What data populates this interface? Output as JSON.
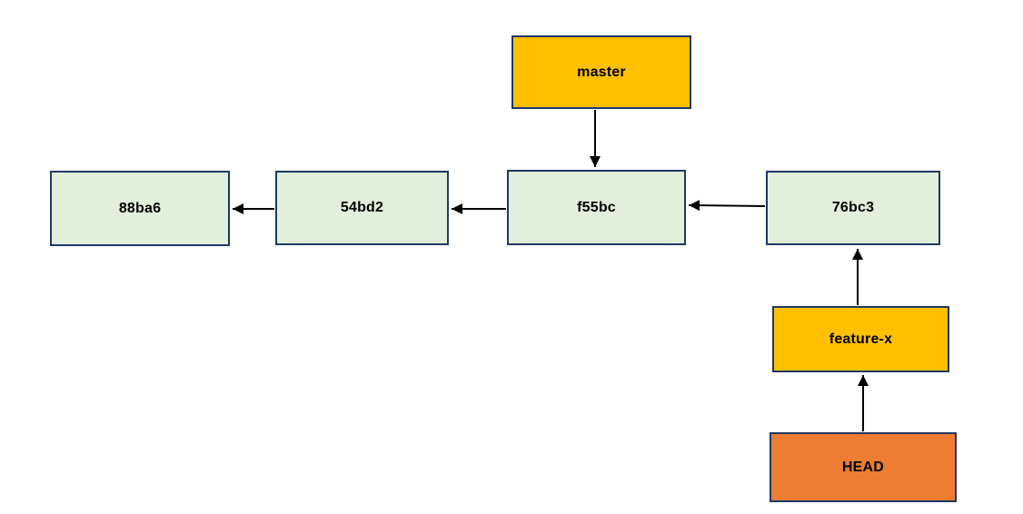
{
  "diagram": {
    "description": "Git commit history graph with branch pointers and HEAD",
    "nodes": [
      {
        "id": "master",
        "label": "master",
        "type": "branch-pointer"
      },
      {
        "id": "88ba6",
        "label": "88ba6",
        "type": "commit"
      },
      {
        "id": "54bd2",
        "label": "54bd2",
        "type": "commit"
      },
      {
        "id": "f55bc",
        "label": "f55bc",
        "type": "commit"
      },
      {
        "id": "76bc3",
        "label": "76bc3",
        "type": "commit"
      },
      {
        "id": "feature-x",
        "label": "feature-x",
        "type": "branch-pointer"
      },
      {
        "id": "HEAD",
        "label": "HEAD",
        "type": "head-pointer"
      }
    ],
    "edges": [
      {
        "from": "master",
        "to": "f55bc"
      },
      {
        "from": "54bd2",
        "to": "88ba6"
      },
      {
        "from": "f55bc",
        "to": "54bd2"
      },
      {
        "from": "76bc3",
        "to": "f55bc"
      },
      {
        "from": "feature-x",
        "to": "76bc3"
      },
      {
        "from": "HEAD",
        "to": "feature-x"
      }
    ],
    "colors": {
      "branch_fill": "#ffc000",
      "head_fill": "#ed7d31",
      "commit_fill": "#e2efda",
      "node_border": "#1f3864",
      "arrow": "#000000",
      "background": "#ffffff",
      "text": "#000000"
    }
  }
}
